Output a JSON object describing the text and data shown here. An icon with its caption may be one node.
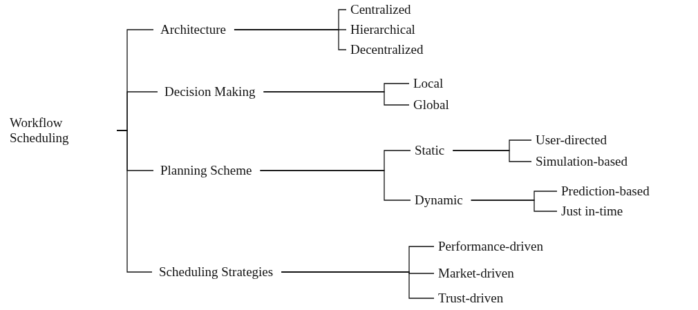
{
  "diagram": {
    "nodes": [
      {
        "text": [
          "Workflow Scheduling"
        ]
      },
      {
        "text": [
          "Architecture"
        ]
      },
      {
        "text": [
          "Centralized"
        ]
      },
      {
        "text": [
          "Hierarchical"
        ]
      },
      {
        "text": [
          "Decentralized"
        ]
      },
      {
        "text": [
          "Decision Making"
        ]
      },
      {
        "text": [
          "Local"
        ]
      },
      {
        "text": [
          "Global"
        ]
      },
      {
        "text": [
          "Planning Scheme"
        ]
      },
      {
        "text": [
          "Static"
        ]
      },
      {
        "text": [
          "User-directed"
        ]
      },
      {
        "text": [
          "Simulation-based"
        ]
      },
      {
        "text": [
          "Dynamic"
        ]
      },
      {
        "text": [
          "Prediction-based"
        ]
      },
      {
        "text": [
          "Just in-time"
        ]
      },
      {
        "text": [
          "Scheduling Strategies"
        ]
      },
      {
        "text": [
          "Performance-driven"
        ]
      },
      {
        "text": [
          "Market-driven"
        ]
      },
      {
        "text": [
          "Trust-driven"
        ]
      }
    ],
    "edges": [
      {
        "from": 0,
        "to": 1,
        "arrow": "none"
      },
      {
        "from": 0,
        "to": 5,
        "arrow": "none"
      },
      {
        "from": 0,
        "to": 8,
        "arrow": "none"
      },
      {
        "from": 0,
        "to": 15,
        "arrow": "none"
      },
      {
        "from": 1,
        "to": 2,
        "arrow": "none"
      },
      {
        "from": 1,
        "to": 3,
        "arrow": "none"
      },
      {
        "from": 1,
        "to": 4,
        "arrow": "none"
      },
      {
        "from": 5,
        "to": 6,
        "arrow": "none"
      },
      {
        "from": 5,
        "to": 7,
        "arrow": "none"
      },
      {
        "from": 8,
        "to": 9,
        "arrow": "none"
      },
      {
        "from": 8,
        "to": 12,
        "arrow": "none"
      },
      {
        "from": 9,
        "to": 10,
        "arrow": "none"
      },
      {
        "from": 9,
        "to": 11,
        "arrow": "none"
      },
      {
        "from": 12,
        "to": 13,
        "arrow": "none"
      },
      {
        "from": 12,
        "to": 14,
        "arrow": "none"
      },
      {
        "from": 15,
        "to": 16,
        "arrow": "none"
      },
      {
        "from": 15,
        "to": 17,
        "arrow": "none"
      },
      {
        "from": 15,
        "to": 18,
        "arrow": "none"
      }
    ]
  }
}
